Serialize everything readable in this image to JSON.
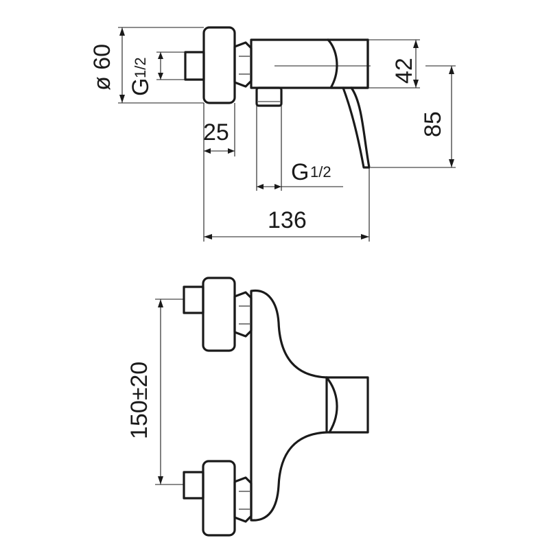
{
  "dimensions": {
    "diameter_label": "ø 60",
    "inlet_thread_label": "G",
    "inlet_thread_fraction": "1/2",
    "body_height_label": "42",
    "wall_to_spout_label": "85",
    "nut_width_label": "25",
    "outlet_thread_label": "G",
    "outlet_thread_fraction": "1/2",
    "total_depth_label": "136",
    "center_distance_label": "150±20"
  }
}
